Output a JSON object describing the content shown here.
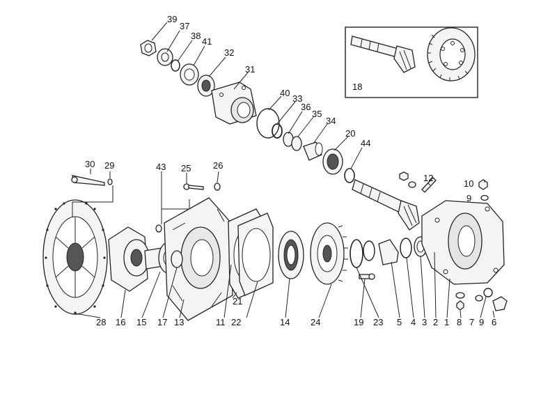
{
  "callouts": [
    {
      "id": "39",
      "text": "39"
    },
    {
      "id": "37",
      "text": "37"
    },
    {
      "id": "38",
      "text": "38"
    },
    {
      "id": "41",
      "text": "41"
    },
    {
      "id": "32",
      "text": "32"
    },
    {
      "id": "31",
      "text": "31"
    },
    {
      "id": "40",
      "text": "40"
    },
    {
      "id": "33",
      "text": "33"
    },
    {
      "id": "36",
      "text": "36"
    },
    {
      "id": "35",
      "text": "35"
    },
    {
      "id": "34",
      "text": "34"
    },
    {
      "id": "20",
      "text": "20"
    },
    {
      "id": "44",
      "text": "44"
    },
    {
      "id": "18",
      "text": "18"
    },
    {
      "id": "12",
      "text": "12"
    },
    {
      "id": "10",
      "text": "10"
    },
    {
      "id": "9a",
      "text": "9"
    },
    {
      "id": "30",
      "text": "30"
    },
    {
      "id": "29",
      "text": "29"
    },
    {
      "id": "43",
      "text": "43"
    },
    {
      "id": "25",
      "text": "25"
    },
    {
      "id": "26",
      "text": "26"
    },
    {
      "id": "21",
      "text": "21"
    },
    {
      "id": "28",
      "text": "28"
    },
    {
      "id": "16",
      "text": "16"
    },
    {
      "id": "15",
      "text": "15"
    },
    {
      "id": "17",
      "text": "17"
    },
    {
      "id": "13",
      "text": "13"
    },
    {
      "id": "11",
      "text": "11"
    },
    {
      "id": "22",
      "text": "22"
    },
    {
      "id": "14",
      "text": "14"
    },
    {
      "id": "24",
      "text": "24"
    },
    {
      "id": "19",
      "text": "19"
    },
    {
      "id": "23",
      "text": "23"
    },
    {
      "id": "5",
      "text": "5"
    },
    {
      "id": "4",
      "text": "4"
    },
    {
      "id": "3",
      "text": "3"
    },
    {
      "id": "2",
      "text": "2"
    },
    {
      "id": "1",
      "text": "1"
    },
    {
      "id": "8",
      "text": "8"
    },
    {
      "id": "7",
      "text": "7"
    },
    {
      "id": "9b",
      "text": "9"
    },
    {
      "id": "6",
      "text": "6"
    }
  ]
}
